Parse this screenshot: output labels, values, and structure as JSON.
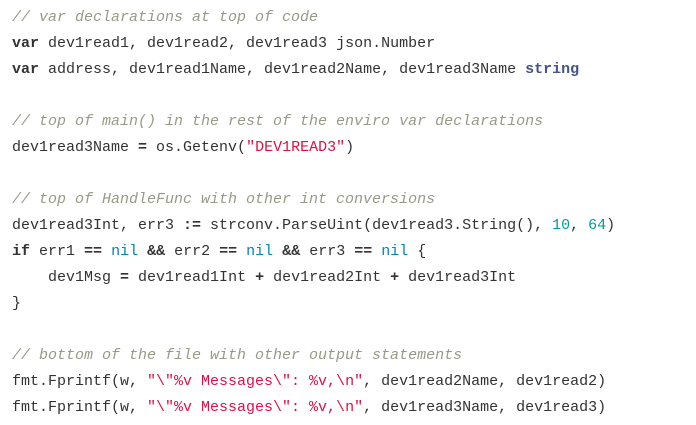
{
  "code_lines": [
    [
      {
        "t": "// var declarations at top of code",
        "c": "c"
      }
    ],
    [
      {
        "t": "var",
        "c": "k"
      },
      {
        "t": " dev1read1, dev1read2, dev1read3 json.Number",
        "c": "p"
      }
    ],
    [
      {
        "t": "var",
        "c": "k"
      },
      {
        "t": " address, dev1read1Name, dev1read2Name, dev1read3Name ",
        "c": "p"
      },
      {
        "t": "string",
        "c": "t"
      }
    ],
    [],
    [
      {
        "t": "// top of main() in the rest of the enviro var declarations",
        "c": "c"
      }
    ],
    [
      {
        "t": "dev1read3Name ",
        "c": "p"
      },
      {
        "t": "=",
        "c": "o"
      },
      {
        "t": " os.Getenv(",
        "c": "p"
      },
      {
        "t": "\"DEV1READ3\"",
        "c": "s"
      },
      {
        "t": ")",
        "c": "p"
      }
    ],
    [],
    [
      {
        "t": "// top of HandleFunc with other int conversions",
        "c": "c"
      }
    ],
    [
      {
        "t": "dev1read3Int, err3 ",
        "c": "p"
      },
      {
        "t": ":=",
        "c": "o"
      },
      {
        "t": " strconv.ParseUint(dev1read3.String(), ",
        "c": "p"
      },
      {
        "t": "10",
        "c": "n"
      },
      {
        "t": ", ",
        "c": "p"
      },
      {
        "t": "64",
        "c": "n"
      },
      {
        "t": ")",
        "c": "p"
      }
    ],
    [
      {
        "t": "if",
        "c": "k"
      },
      {
        "t": " err1 ",
        "c": "p"
      },
      {
        "t": "==",
        "c": "o"
      },
      {
        "t": " ",
        "c": "p"
      },
      {
        "t": "nil",
        "c": "l"
      },
      {
        "t": " ",
        "c": "p"
      },
      {
        "t": "&&",
        "c": "o"
      },
      {
        "t": " err2 ",
        "c": "p"
      },
      {
        "t": "==",
        "c": "o"
      },
      {
        "t": " ",
        "c": "p"
      },
      {
        "t": "nil",
        "c": "l"
      },
      {
        "t": " ",
        "c": "p"
      },
      {
        "t": "&&",
        "c": "o"
      },
      {
        "t": " err3 ",
        "c": "p"
      },
      {
        "t": "==",
        "c": "o"
      },
      {
        "t": " ",
        "c": "p"
      },
      {
        "t": "nil",
        "c": "l"
      },
      {
        "t": " {",
        "c": "p"
      }
    ],
    [
      {
        "t": "    dev1Msg ",
        "c": "p"
      },
      {
        "t": "=",
        "c": "o"
      },
      {
        "t": " dev1read1Int ",
        "c": "p"
      },
      {
        "t": "+",
        "c": "o"
      },
      {
        "t": " dev1read2Int ",
        "c": "p"
      },
      {
        "t": "+",
        "c": "o"
      },
      {
        "t": " dev1read3Int",
        "c": "p"
      }
    ],
    [
      {
        "t": "}",
        "c": "p"
      }
    ],
    [],
    [
      {
        "t": "// bottom of the file with other output statements",
        "c": "c"
      }
    ],
    [
      {
        "t": "fmt.Fprintf(w, ",
        "c": "p"
      },
      {
        "t": "\"\\\"%v Messages\\\": %v,\\n\"",
        "c": "s"
      },
      {
        "t": ", dev1read2Name, dev1read2)",
        "c": "p"
      }
    ],
    [
      {
        "t": "fmt.Fprintf(w, ",
        "c": "p"
      },
      {
        "t": "\"\\\"%v Messages\\\": %v,\\n\"",
        "c": "s"
      },
      {
        "t": ", dev1read3Name, dev1read3)",
        "c": "p"
      }
    ]
  ]
}
